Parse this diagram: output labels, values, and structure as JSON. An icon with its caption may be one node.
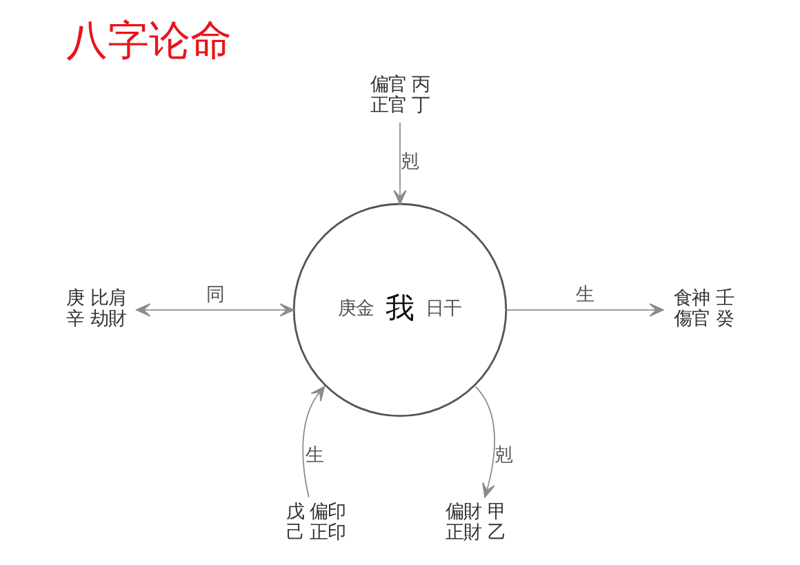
{
  "diagram": {
    "title": "八字论命",
    "nodes": [
      {
        "text": [
          "偏官 丙",
          "正官 丁"
        ]
      },
      {
        "text": [
          "庚 比肩",
          "辛 劫財"
        ]
      },
      {
        "text": [
          "庚金",
          "我",
          "日干"
        ]
      },
      {
        "text": [
          "食神 壬",
          "傷官 癸"
        ]
      },
      {
        "text": [
          "戊 偏印",
          "己 正印"
        ]
      },
      {
        "text": [
          "偏財 甲",
          "正財 乙"
        ]
      }
    ],
    "edges": [
      {
        "from": 0,
        "to": 2,
        "arrow": "to",
        "label": "剋"
      },
      {
        "from": 1,
        "to": 2,
        "arrow": "both",
        "label": "同"
      },
      {
        "from": 2,
        "to": 3,
        "arrow": "to",
        "label": "生"
      },
      {
        "from": 4,
        "to": 2,
        "arrow": "to",
        "label": "生"
      },
      {
        "from": 2,
        "to": 5,
        "arrow": "to",
        "label": "剋"
      }
    ]
  }
}
